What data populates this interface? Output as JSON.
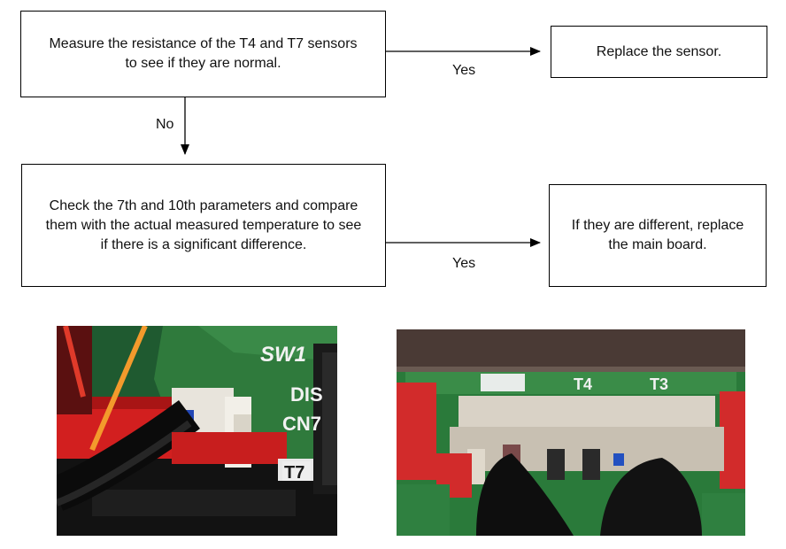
{
  "flowchart": {
    "step1": "Measure the resistance of the T4 and T7 sensors to see if they are normal.",
    "result1": "Replace the sensor.",
    "yes1": "Yes",
    "no1": "No",
    "step2": "Check the 7th and 10th parameters and compare them with the actual measured temperature to see if there is a significant difference.",
    "result2": "If they are different, replace the main board.",
    "yes2": "Yes"
  },
  "photo_left": {
    "labels": [
      "SW1",
      "DIS",
      "CN7",
      "T7"
    ]
  },
  "photo_right": {
    "labels": [
      "T4",
      "T3"
    ]
  }
}
